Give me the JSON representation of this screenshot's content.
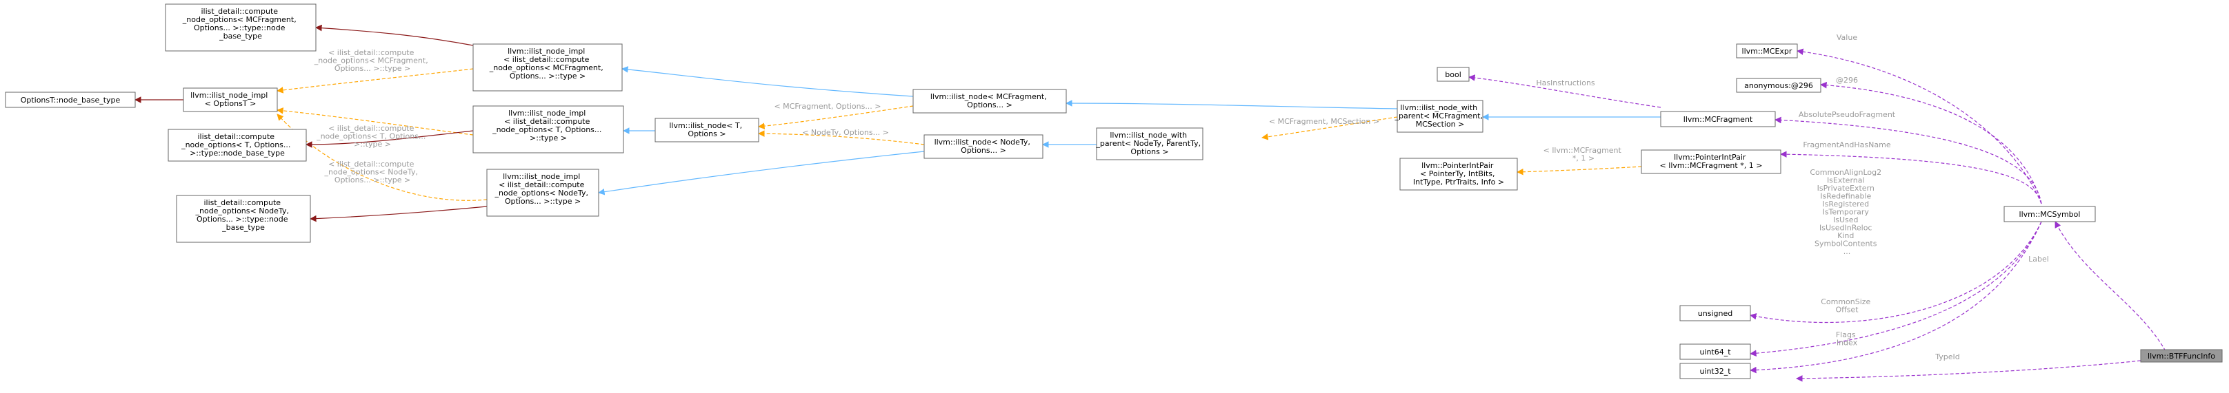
{
  "diagram": {
    "nodes": {
      "btf": [
        "llvm::BTFFuncInfo"
      ],
      "mcsymbol": [
        "llvm::MCSymbol"
      ],
      "mcexpr": [
        "llvm::MCExpr"
      ],
      "anon": [
        "anonymous:@296"
      ],
      "mcfragment": [
        "llvm::MCFragment"
      ],
      "pip_llvm": [
        "llvm::PointerIntPair",
        "< llvm::MCFragment *, 1 >"
      ],
      "unsigned": [
        "unsigned"
      ],
      "uint64": [
        "uint64_t"
      ],
      "uint32": [
        "uint32_t"
      ],
      "bool": [
        "bool"
      ],
      "inwp_frag": [
        "llvm::ilist_node_with",
        "_parent< MCFragment,",
        "MCSection >"
      ],
      "pip_generic": [
        "llvm::PointerIntPair",
        "< PointerTy, IntBits,",
        "IntType, PtrTraits, Info >"
      ],
      "inwp_generic": [
        "llvm::ilist_node_with",
        "_parent< NodeTy, ParentTy,",
        "Options >"
      ],
      "in_frag": [
        "llvm::ilist_node< MCFragment,",
        "Options... >"
      ],
      "in_nodety": [
        "llvm::ilist_node< NodeTy,",
        "Options... >"
      ],
      "in_t": [
        "llvm::ilist_node< T,",
        "Options >"
      ],
      "ini_frag": [
        "llvm::ilist_node_impl",
        "< ilist_detail::compute",
        "_node_options< MCFragment,",
        "Options... >::type >"
      ],
      "ini_t": [
        "llvm::ilist_node_impl",
        "< ilist_detail::compute",
        "_node_options< T, Options...",
        ">::type >"
      ],
      "ini_nodety": [
        "llvm::ilist_node_impl",
        "< ilist_detail::compute",
        "_node_options< NodeTy,",
        "Options... >::type >"
      ],
      "ini_opts": [
        "llvm::ilist_node_impl",
        "< OptionsT >"
      ],
      "optsT": [
        "OptionsT::node_base_type"
      ],
      "cno_frag": [
        "ilist_detail::compute",
        "_node_options< MCFragment,",
        "Options... >::type::node",
        "_base_type"
      ],
      "cno_t": [
        "ilist_detail::compute",
        "_node_options< T, Options...",
        ">::type::node_base_type"
      ],
      "cno_nodety": [
        "ilist_detail::compute",
        "_node_options< NodeTy,",
        "Options... >::type::node",
        "_base_type"
      ]
    },
    "edge_labels": {
      "label": [
        "Label"
      ],
      "typeid": [
        "TypeId"
      ],
      "value": [
        "Value"
      ],
      "at296": [
        "@296"
      ],
      "absfrag": [
        "AbsolutePseudoFragment"
      ],
      "fraghasname": [
        "FragmentAndHasName"
      ],
      "unsigned_fields": [
        "CommonAlignLog2",
        "IsExternal",
        "IsPrivateExtern",
        "IsRedefinable",
        "IsRegistered",
        "IsTemporary",
        "IsUsed",
        "IsUsedInReloc",
        "Kind",
        "SymbolContents",
        "..."
      ],
      "uint64_fields": [
        "CommonSize",
        "Offset"
      ],
      "uint32_fields": [
        "Flags",
        "Index"
      ],
      "hasinstr": [
        "HasInstructions"
      ],
      "mcfrag_mcsec": [
        "< MCFragment, MCSection >"
      ],
      "pip_tmpl": [
        "< llvm::MCFragment",
        "*, 1 >"
      ],
      "nodety_tmpl": [
        "< NodeTy, Options... >"
      ],
      "frag_opts": [
        "< MCFragment, Options... >"
      ],
      "tmpl_frag": [
        "< ilist_detail::compute",
        "_node_options< MCFragment,",
        "Options... >::type >"
      ],
      "tmpl_t": [
        "< ilist_detail::compute",
        "_node_options< T, Options...",
        ">::type >"
      ],
      "tmpl_nodety": [
        "< ilist_detail::compute",
        "_node_options< NodeTy,",
        "Options... >::type >"
      ]
    },
    "colors": {
      "usage": "#9a32cd",
      "inherit": "#63b8ff",
      "template": "#ffa500",
      "base": "#8b1a1a",
      "label_text": "#9a9a9a",
      "focus_fill": "#999999",
      "node_border": "#666666"
    }
  }
}
